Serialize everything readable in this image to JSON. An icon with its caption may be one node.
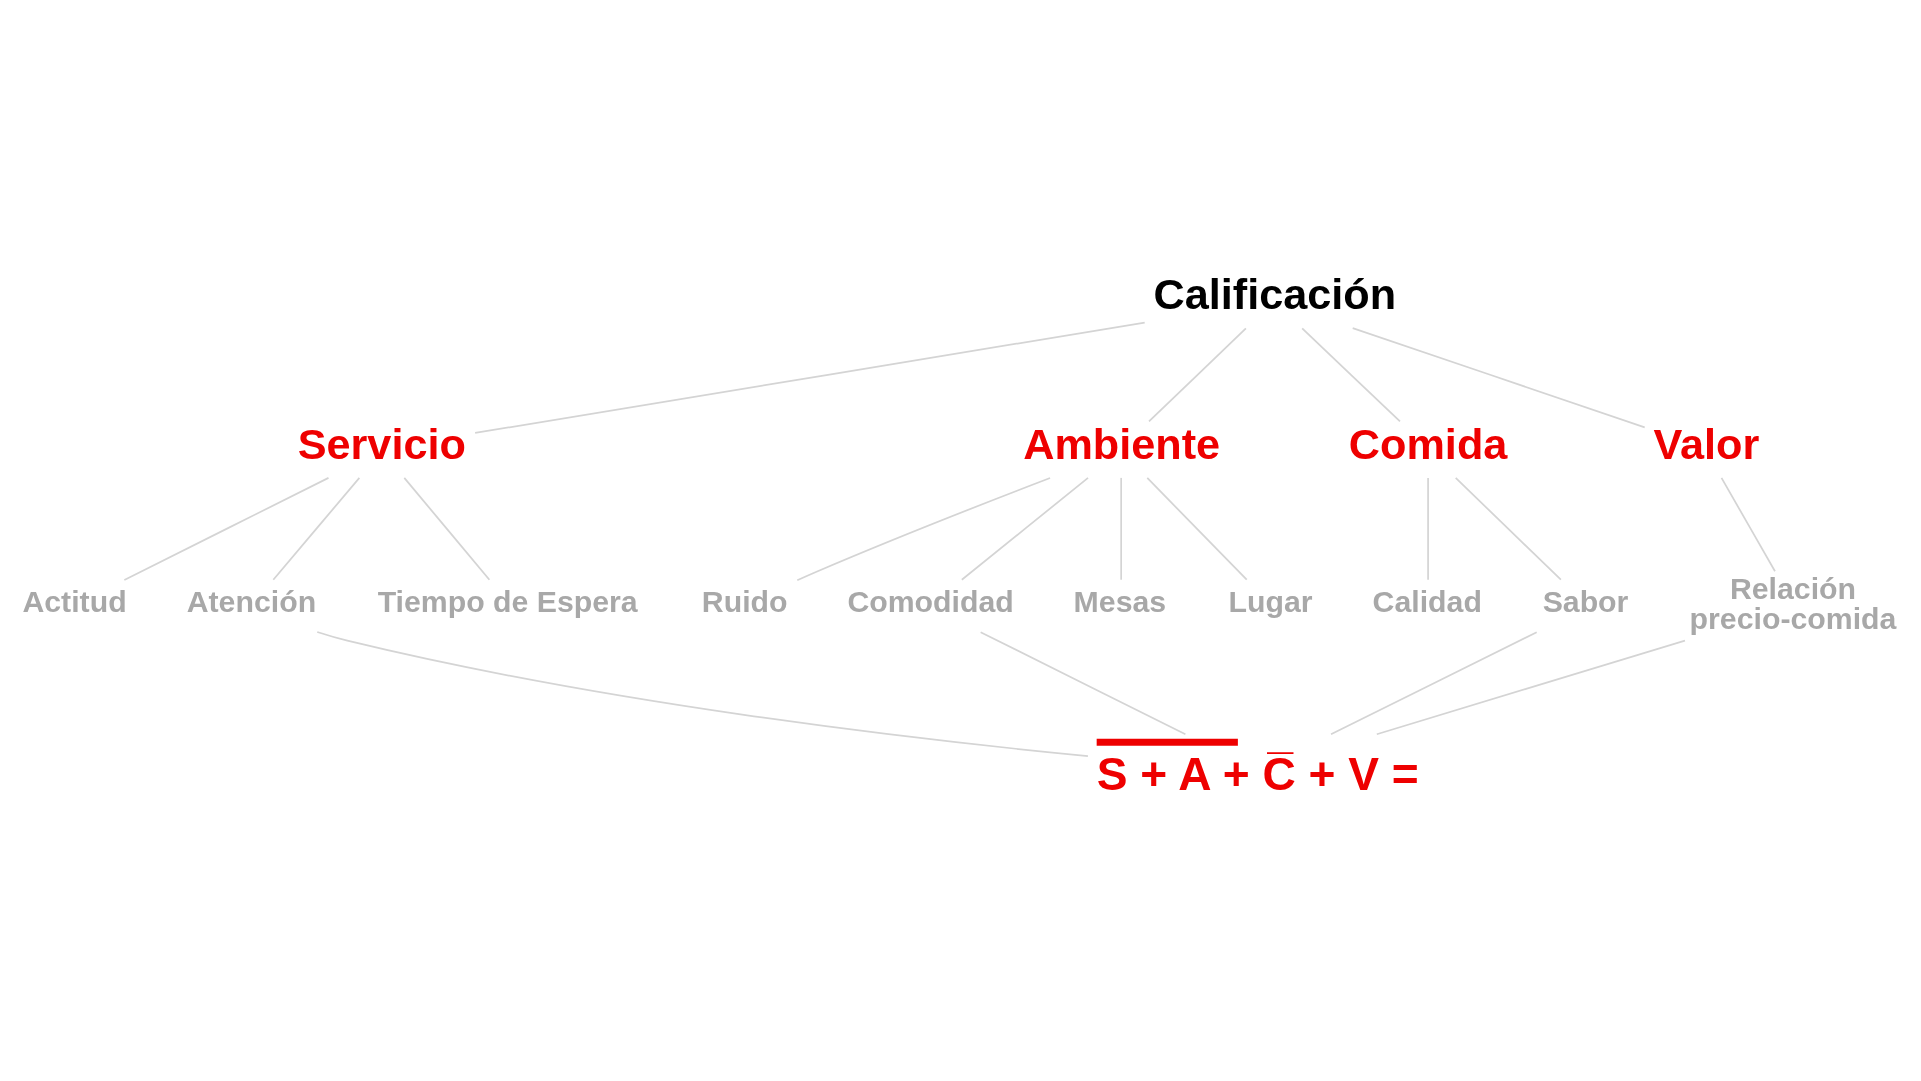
{
  "diagram": {
    "nodes": [
      {
        "text": [
          "Calificación"
        ]
      },
      {
        "text": [
          "Servicio"
        ]
      },
      {
        "text": [
          "Ambiente"
        ]
      },
      {
        "text": [
          "Comida"
        ]
      },
      {
        "text": [
          "Valor"
        ]
      },
      {
        "text": [
          "Actitud"
        ]
      },
      {
        "text": [
          "Atención"
        ]
      },
      {
        "text": [
          "Tiempo de Espera"
        ]
      },
      {
        "text": [
          "Ruido"
        ]
      },
      {
        "text": [
          "Comodidad"
        ]
      },
      {
        "text": [
          "Mesas"
        ]
      },
      {
        "text": [
          "Lugar"
        ]
      },
      {
        "text": [
          "Calidad"
        ]
      },
      {
        "text": [
          "Sabor"
        ]
      },
      {
        "text": [
          "Relación precio-comida"
        ]
      },
      {
        "text": [
          "S + A + C̅ + V ="
        ]
      }
    ],
    "edges": [
      {
        "from": 0,
        "to": 1,
        "arrow": "none"
      },
      {
        "from": 0,
        "to": 2,
        "arrow": "none"
      },
      {
        "from": 0,
        "to": 3,
        "arrow": "none"
      },
      {
        "from": 0,
        "to": 4,
        "arrow": "none"
      },
      {
        "from": 1,
        "to": 5,
        "arrow": "none"
      },
      {
        "from": 1,
        "to": 6,
        "arrow": "none"
      },
      {
        "from": 1,
        "to": 7,
        "arrow": "none"
      },
      {
        "from": 2,
        "to": 8,
        "arrow": "none"
      },
      {
        "from": 2,
        "to": 9,
        "arrow": "none"
      },
      {
        "from": 2,
        "to": 10,
        "arrow": "none"
      },
      {
        "from": 2,
        "to": 11,
        "arrow": "none"
      },
      {
        "from": 3,
        "to": 12,
        "arrow": "none"
      },
      {
        "from": 3,
        "to": 13,
        "arrow": "none"
      },
      {
        "from": 4,
        "to": 14,
        "arrow": "none"
      },
      {
        "from": 6,
        "to": 15,
        "arrow": "none"
      },
      {
        "from": 9,
        "to": 15,
        "arrow": "none"
      },
      {
        "from": 13,
        "to": 15,
        "arrow": "none"
      },
      {
        "from": 14,
        "to": 15,
        "arrow": "none"
      }
    ]
  }
}
